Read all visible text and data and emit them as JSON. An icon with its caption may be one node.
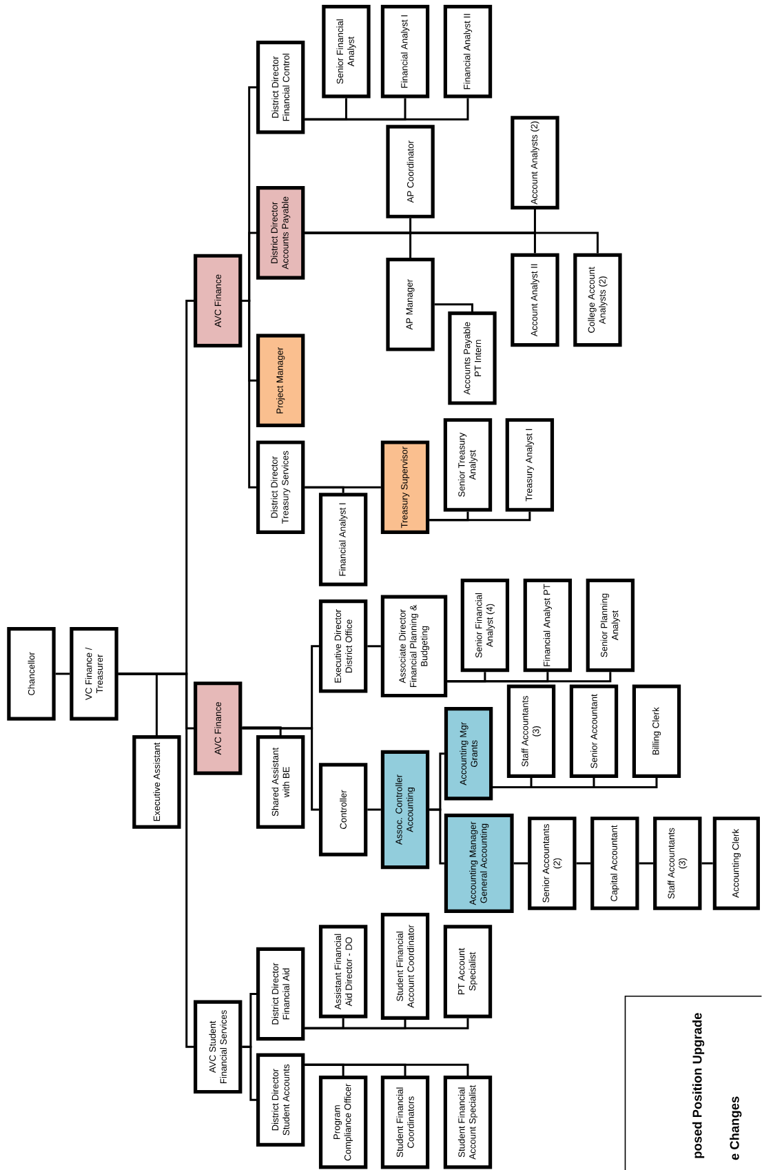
{
  "diagram": {
    "nodes": [
      {
        "text": [
          "Chancellor"
        ]
      },
      {
        "text": [
          "VC Finance / Treasurer"
        ]
      },
      {
        "text": [
          "Executive Assistant"
        ]
      },
      {
        "text": [
          "AVC Finance"
        ]
      },
      {
        "text": [
          "District Director Financial Control"
        ]
      },
      {
        "text": [
          "District Director Accounts Payable"
        ]
      },
      {
        "text": [
          "Project Manager"
        ]
      },
      {
        "text": [
          "District Director Treasury Services"
        ]
      },
      {
        "text": [
          "Senior Financial Analyst"
        ]
      },
      {
        "text": [
          "Financial Analyst I"
        ]
      },
      {
        "text": [
          "Financial Analyst II"
        ]
      },
      {
        "text": [
          "AP Coordinator"
        ]
      },
      {
        "text": [
          "Account Analysts (2)"
        ]
      },
      {
        "text": [
          "AP Manager"
        ]
      },
      {
        "text": [
          "Accounts Payable PT Intern"
        ]
      },
      {
        "text": [
          "Account Analyst II"
        ]
      },
      {
        "text": [
          "College Account Analysts (2)"
        ]
      },
      {
        "text": [
          "Financial Analyst I"
        ]
      },
      {
        "text": [
          "Treasury Supervisor"
        ]
      },
      {
        "text": [
          "Senior Treasury Analyst"
        ]
      },
      {
        "text": [
          "Treasury Analyst I"
        ]
      },
      {
        "text": [
          "AVC Finance"
        ]
      },
      {
        "text": [
          "Shared Assistant with BE"
        ]
      },
      {
        "text": [
          "Executive Director District Office"
        ]
      },
      {
        "text": [
          "Controller"
        ]
      },
      {
        "text": [
          "Associate Director Financial Planning & Budgeting"
        ]
      },
      {
        "text": [
          "Senior Financial Analyst (4)"
        ]
      },
      {
        "text": [
          "Financial Analyst PT"
        ]
      },
      {
        "text": [
          "Senior Planning Analyst"
        ]
      },
      {
        "text": [
          "Assoc. Controller Accounting"
        ]
      },
      {
        "text": [
          "Accounting Mgr Grants"
        ]
      },
      {
        "text": [
          "Staff Accountants (3)"
        ]
      },
      {
        "text": [
          "Senior Accountant"
        ]
      },
      {
        "text": [
          "Billing Clerk"
        ]
      },
      {
        "text": [
          "Accounting Manager General Accounting"
        ]
      },
      {
        "text": [
          "Senior Accountants (2)"
        ]
      },
      {
        "text": [
          "Capital Accountant"
        ]
      },
      {
        "text": [
          "Staff Accountants (3)"
        ]
      },
      {
        "text": [
          "Accounting Clerk"
        ]
      },
      {
        "text": [
          "AVC Student Financial Services"
        ]
      },
      {
        "text": [
          "District Director Financial Aid"
        ]
      },
      {
        "text": [
          "Assistant Financial Aid Director - DO"
        ]
      },
      {
        "text": [
          "Student Financial Account Coordinator"
        ]
      },
      {
        "text": [
          "PT Account Specialist"
        ]
      },
      {
        "text": [
          "District Director Student Accounts"
        ]
      },
      {
        "text": [
          "Program Compliance Officer"
        ]
      },
      {
        "text": [
          "Student Financial Coordinators"
        ]
      },
      {
        "text": [
          "Student Financial Account Specialist"
        ]
      }
    ],
    "edges": [
      {
        "from": 0,
        "to": 1,
        "arrow": "none"
      },
      {
        "from": 1,
        "to": 2,
        "arrow": "none"
      },
      {
        "from": 1,
        "to": 3,
        "arrow": "none"
      },
      {
        "from": 1,
        "to": 21,
        "arrow": "none"
      },
      {
        "from": 1,
        "to": 39,
        "arrow": "none"
      },
      {
        "from": 3,
        "to": 4,
        "arrow": "none"
      },
      {
        "from": 3,
        "to": 5,
        "arrow": "none"
      },
      {
        "from": 3,
        "to": 6,
        "arrow": "none"
      },
      {
        "from": 3,
        "to": 7,
        "arrow": "none"
      },
      {
        "from": 4,
        "to": 8,
        "arrow": "none"
      },
      {
        "from": 4,
        "to": 9,
        "arrow": "none"
      },
      {
        "from": 4,
        "to": 10,
        "arrow": "none"
      },
      {
        "from": 5,
        "to": 11,
        "arrow": "none"
      },
      {
        "from": 5,
        "to": 13,
        "arrow": "none"
      },
      {
        "from": 5,
        "to": 12,
        "arrow": "none"
      },
      {
        "from": 5,
        "to": 15,
        "arrow": "none"
      },
      {
        "from": 5,
        "to": 16,
        "arrow": "none"
      },
      {
        "from": 13,
        "to": 14,
        "arrow": "none"
      },
      {
        "from": 7,
        "to": 18,
        "arrow": "none"
      },
      {
        "from": 7,
        "to": 17,
        "arrow": "none"
      },
      {
        "from": 18,
        "to": 19,
        "arrow": "none"
      },
      {
        "from": 18,
        "to": 20,
        "arrow": "none"
      },
      {
        "from": 21,
        "to": 22,
        "arrow": "none"
      },
      {
        "from": 21,
        "to": 23,
        "arrow": "none"
      },
      {
        "from": 21,
        "to": 24,
        "arrow": "none"
      },
      {
        "from": 23,
        "to": 25,
        "arrow": "none"
      },
      {
        "from": 25,
        "to": 26,
        "arrow": "none"
      },
      {
        "from": 25,
        "to": 27,
        "arrow": "none"
      },
      {
        "from": 25,
        "to": 28,
        "arrow": "none"
      },
      {
        "from": 24,
        "to": 29,
        "arrow": "none"
      },
      {
        "from": 29,
        "to": 30,
        "arrow": "none"
      },
      {
        "from": 29,
        "to": 34,
        "arrow": "none"
      },
      {
        "from": 30,
        "to": 31,
        "arrow": "none"
      },
      {
        "from": 30,
        "to": 32,
        "arrow": "none"
      },
      {
        "from": 30,
        "to": 33,
        "arrow": "none"
      },
      {
        "from": 34,
        "to": 35,
        "arrow": "none"
      },
      {
        "from": 35,
        "to": 36,
        "arrow": "none"
      },
      {
        "from": 36,
        "to": 37,
        "arrow": "none"
      },
      {
        "from": 37,
        "to": 38,
        "arrow": "none"
      },
      {
        "from": 39,
        "to": 40,
        "arrow": "none"
      },
      {
        "from": 39,
        "to": 44,
        "arrow": "none"
      },
      {
        "from": 40,
        "to": 41,
        "arrow": "none"
      },
      {
        "from": 40,
        "to": 42,
        "arrow": "none"
      },
      {
        "from": 40,
        "to": 43,
        "arrow": "none"
      },
      {
        "from": 44,
        "to": 45,
        "arrow": "none"
      },
      {
        "from": 44,
        "to": 46,
        "arrow": "none"
      },
      {
        "from": 44,
        "to": 47,
        "arrow": "none"
      }
    ],
    "labels": [
      "posed Position Upgrade",
      "e Changes"
    ]
  }
}
